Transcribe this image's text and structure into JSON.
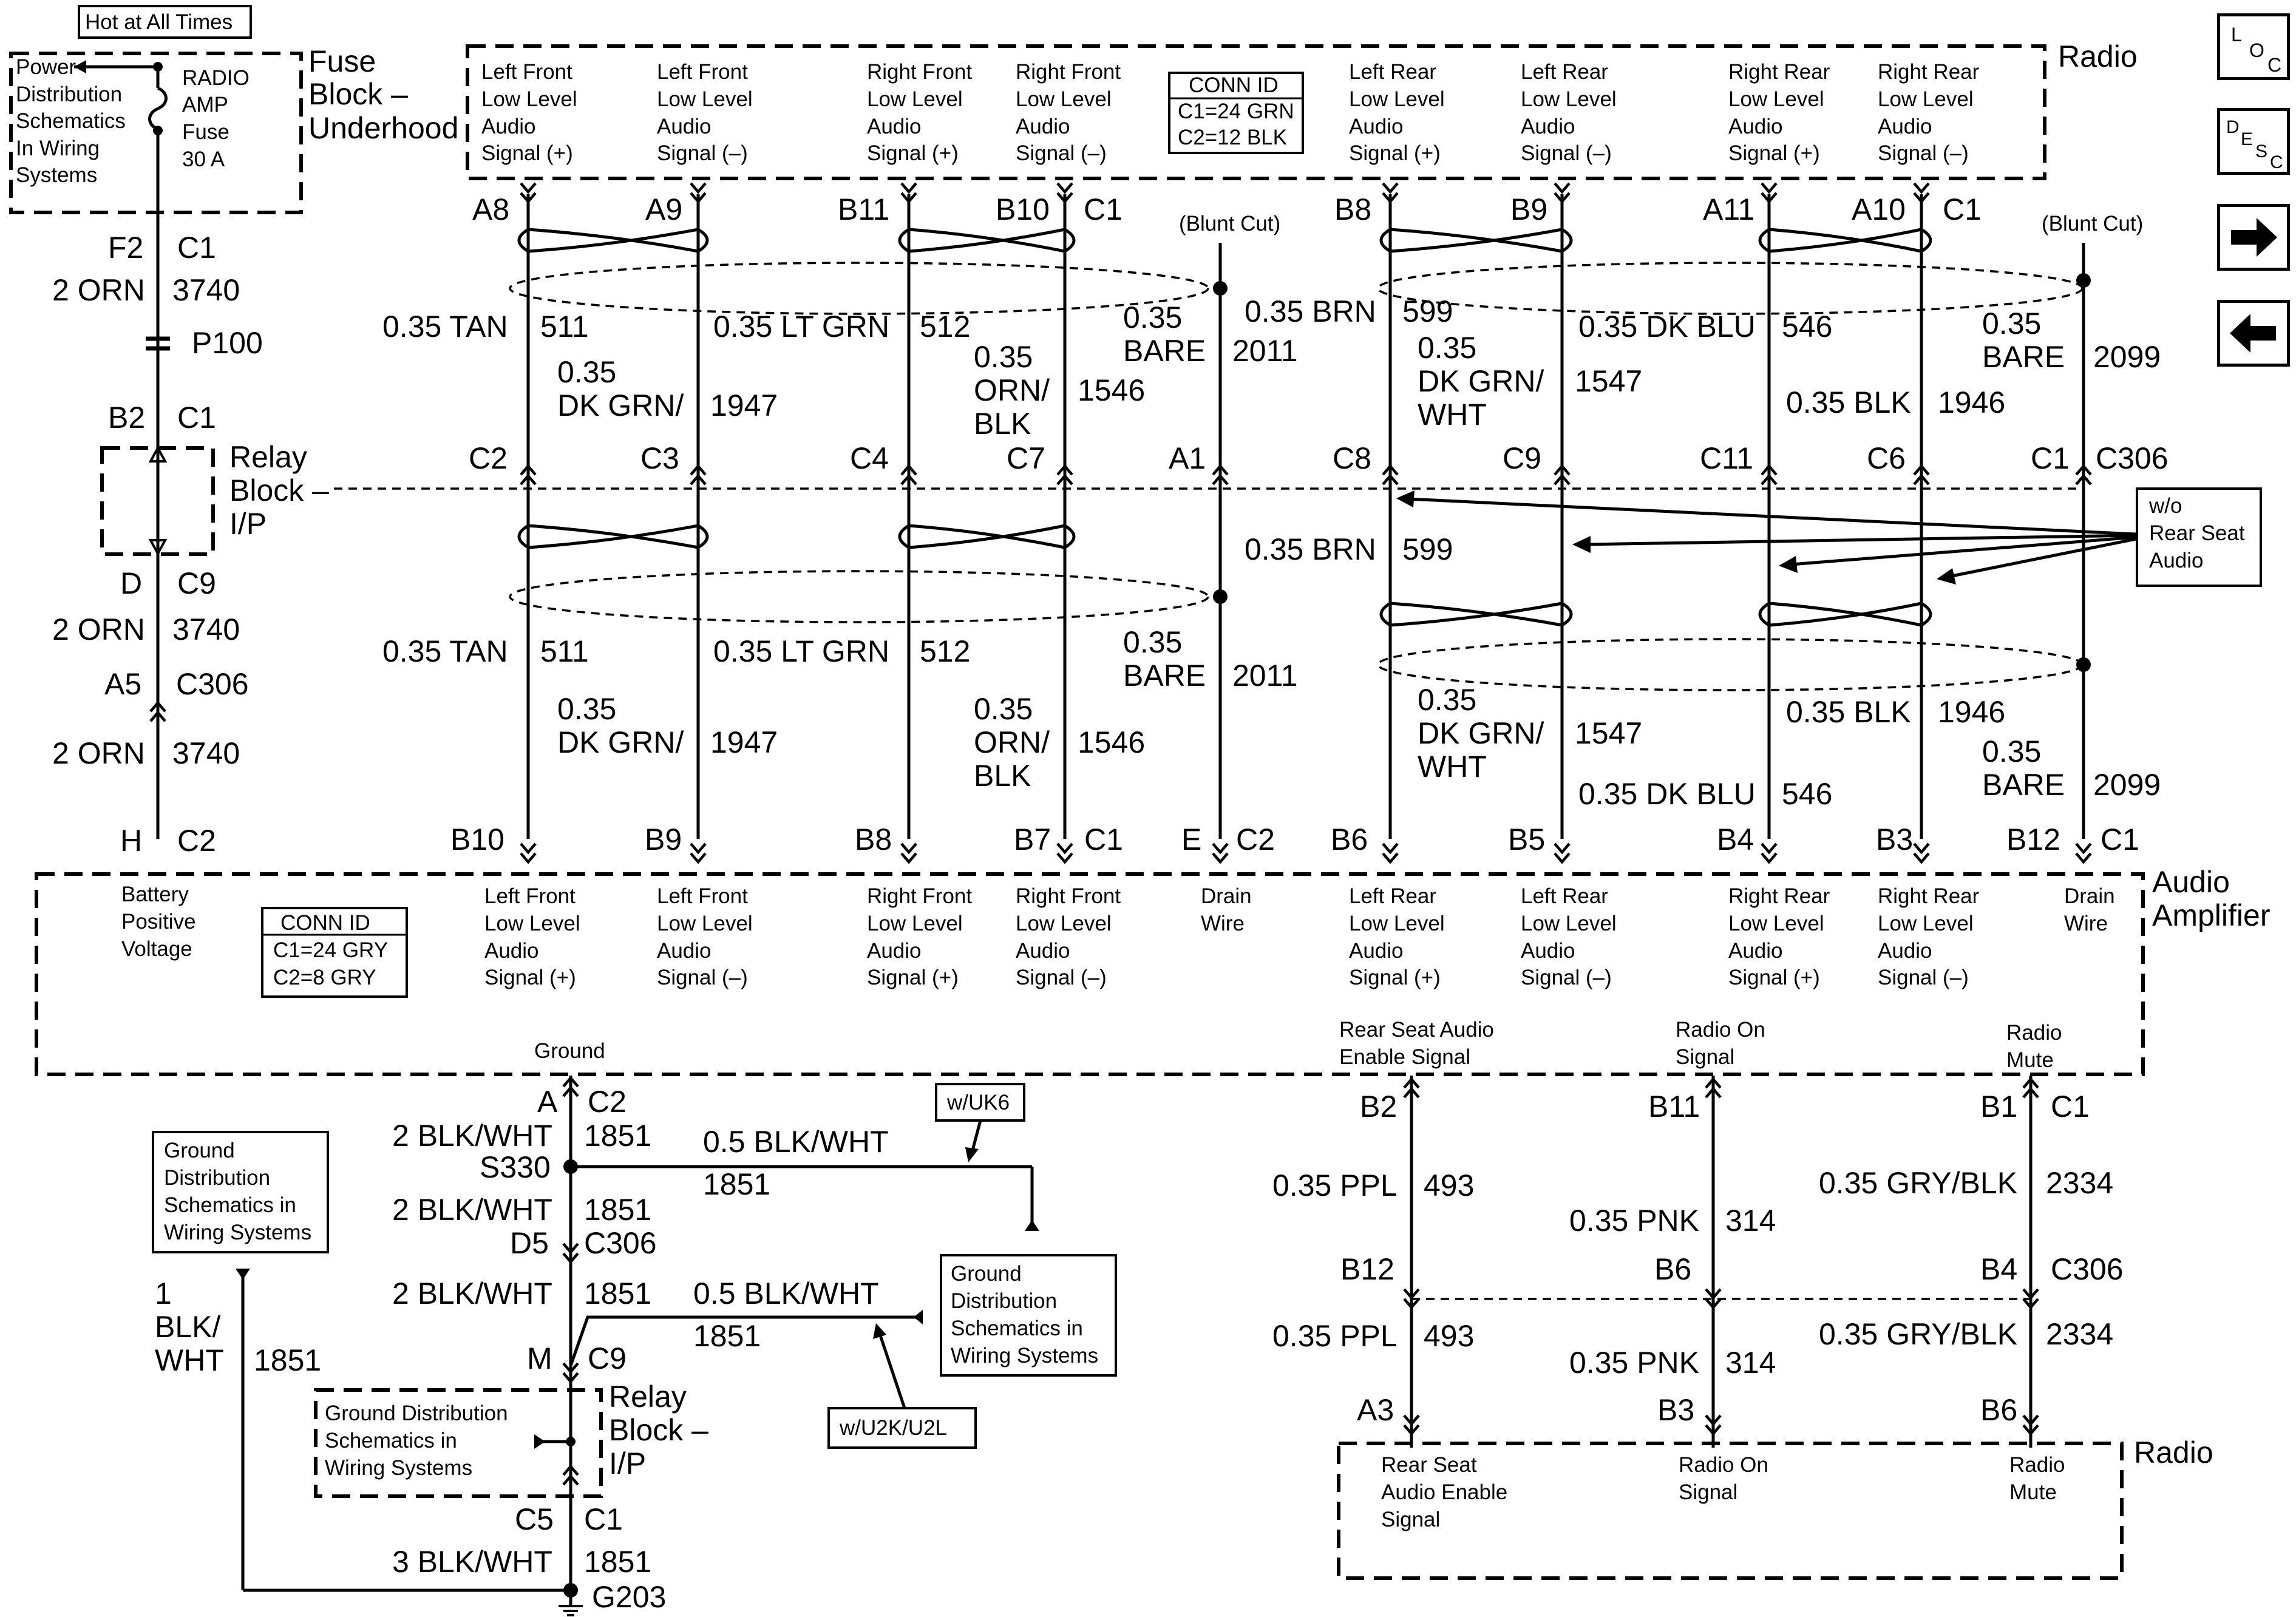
{
  "power": {
    "hot_at_all_times": "Hot at All Times",
    "power_distribution": [
      "Power",
      "Distribution",
      "Schematics",
      "In Wiring",
      "Systems"
    ],
    "radio_amp_fuse": [
      "RADIO",
      "AMP",
      "Fuse",
      "30 A"
    ],
    "fuse_block": [
      "Fuse",
      "Block –",
      "Underhood"
    ]
  },
  "left_chain": {
    "labels": [
      "F2",
      "C1",
      "2 ORN",
      "3740",
      "P100",
      "B2",
      "C1",
      "D",
      "C9",
      "2 ORN",
      "3740",
      "A5",
      "C306",
      "2 ORN",
      "3740",
      "H",
      "C2"
    ],
    "relay_block": [
      "Relay",
      "Block –",
      "I/P"
    ]
  },
  "radio_top": {
    "title": "Radio",
    "conn_id": [
      "CONN ID",
      "C1=24 GRN",
      "C2=12 BLK"
    ],
    "signals": [
      [
        "Left Front",
        "Low Level",
        "Audio",
        "Signal (+)"
      ],
      [
        "Left Front",
        "Low Level",
        "Audio",
        "Signal (–)"
      ],
      [
        "Right Front",
        "Low Level",
        "Audio",
        "Signal (+)"
      ],
      [
        "Right Front",
        "Low Level",
        "Audio",
        "Signal (–)"
      ],
      [
        "Left Rear",
        "Low Level",
        "Audio",
        "Signal (+)"
      ],
      [
        "Left Rear",
        "Low Level",
        "Audio",
        "Signal (–)"
      ],
      [
        "Right Rear",
        "Low Level",
        "Audio",
        "Signal (+)"
      ],
      [
        "Right Rear",
        "Low Level",
        "Audio",
        "Signal (–)"
      ]
    ]
  },
  "pins": {
    "top": [
      "A8",
      "A9",
      "B11",
      "B10",
      "C1",
      "B8",
      "B9",
      "A11",
      "A10",
      "C1"
    ],
    "mid": [
      "C2",
      "C3",
      "C4",
      "C7",
      "A1",
      "C8",
      "C9",
      "C11",
      "C6",
      "C1",
      "C306"
    ],
    "bottom": [
      "B10",
      "B9",
      "B8",
      "B7",
      "C1",
      "E",
      "C2",
      "B6",
      "B5",
      "B4",
      "B3",
      "B12",
      "C1"
    ]
  },
  "blunt_cut": "(Blunt Cut)",
  "wires_upper": [
    "0.35 TAN",
    "511",
    "0.35",
    "DK GRN/",
    "1947",
    "0.35 LT GRN",
    "512",
    "0.35",
    "ORN/",
    "BLK",
    "1546",
    "0.35",
    "BARE",
    "2011",
    "0.35 BRN",
    "599",
    "0.35",
    "DK GRN/",
    "WHT",
    "1547",
    "0.35 DK BLU",
    "546",
    "0.35 BLK",
    "1946",
    "0.35",
    "BARE",
    "2099"
  ],
  "wires_lower": [
    "0.35 BRN",
    "599",
    "0.35 TAN",
    "511",
    "0.35",
    "DK GRN/",
    "1947",
    "0.35 LT GRN",
    "512",
    "0.35",
    "ORN/",
    "BLK",
    "1546",
    "0.35",
    "BARE",
    "2011",
    "0.35",
    "DK GRN/",
    "WHT",
    "1547",
    "0.35 BLK",
    "1946",
    "0.35 DK BLU",
    "546",
    "0.35",
    "BARE",
    "2099"
  ],
  "wo_rear": [
    "w/o",
    "Rear Seat",
    "Audio"
  ],
  "amp": {
    "title": [
      "Audio",
      "Amplifier"
    ],
    "battery": [
      "Battery",
      "Positive",
      "Voltage"
    ],
    "conn_id": [
      "CONN ID",
      "C1=24 GRY",
      "C2=8 GRY"
    ],
    "drain": [
      "Drain",
      "Wire"
    ],
    "ground": "Ground",
    "rear_enable": [
      "Rear Seat Audio",
      "Enable Signal"
    ],
    "radio_on": [
      "Radio On",
      "Signal"
    ],
    "radio_mute": [
      "Radio",
      "Mute"
    ]
  },
  "ground": {
    "labels": [
      "A",
      "C2",
      "2 BLK/WHT",
      "1851",
      "S330",
      "0.5 BLK/WHT",
      "1851",
      "2 BLK/WHT",
      "1851",
      "D5",
      "C306",
      "2 BLK/WHT",
      "1851",
      "0.5 BLK/WHT",
      "1851",
      "M",
      "C9",
      "C5",
      "C1",
      "3 BLK/WHT",
      "1851",
      "G203",
      "1",
      "BLK/",
      "WHT",
      "1851"
    ],
    "w_uk6": "w/UK6",
    "w_u2k": "w/U2K/U2L",
    "gds": [
      "Ground",
      "Distribution",
      "Schematics in",
      "Wiring Systems"
    ],
    "gds2": [
      "Ground Distribution",
      "Schematics in",
      "Wiring Systems"
    ],
    "relay_block": [
      "Relay",
      "Block –",
      "I/P"
    ]
  },
  "right_lower": {
    "labels": [
      "B2",
      "B11",
      "B1",
      "C1",
      "0.35 PPL",
      "493",
      "0.35 PNK",
      "314",
      "0.35 GRY/BLK",
      "2334",
      "B12",
      "B6",
      "B4",
      "C306",
      "0.35 PPL",
      "493",
      "0.35 PNK",
      "314",
      "0.35 GRY/BLK",
      "2334",
      "A3",
      "B3",
      "B6"
    ],
    "radio": "Radio",
    "rear_enable": [
      "Rear Seat",
      "Audio Enable",
      "Signal"
    ],
    "radio_on": [
      "Radio On",
      "Signal"
    ],
    "radio_mute": [
      "Radio",
      "Mute"
    ]
  },
  "nav": {
    "loc": [
      "L",
      "O",
      "C"
    ],
    "desc": [
      "D",
      "E",
      "S",
      "C"
    ]
  }
}
